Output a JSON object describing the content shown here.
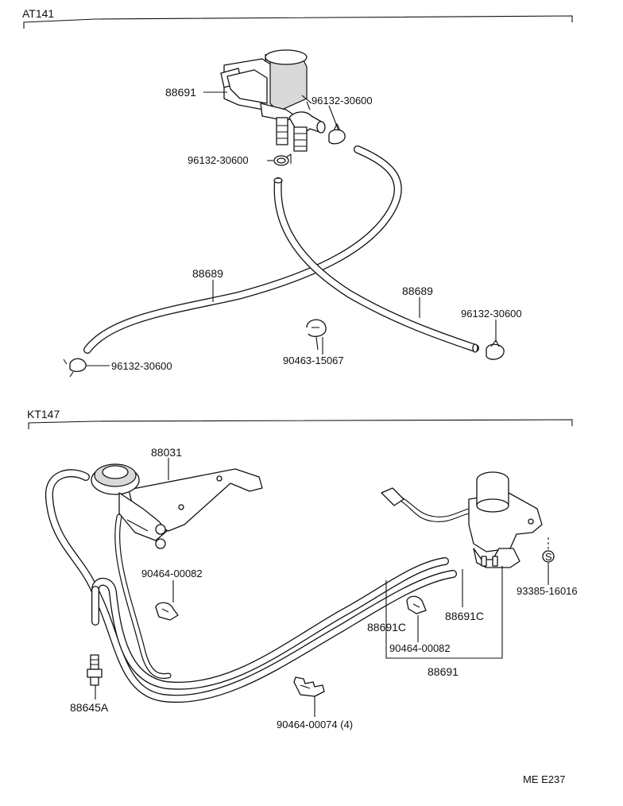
{
  "sections": {
    "top": {
      "title": "AT141"
    },
    "bottom": {
      "title": "KT147"
    }
  },
  "labels": {
    "at_valve": "88691",
    "at_clip_right": "96132-30600",
    "at_clip_left": "96132-30600",
    "at_hose_left": "88689",
    "at_hose_right": "88689",
    "at_clip_bottom_right": "96132-30600",
    "at_clip_bottom_left": "96132-30600",
    "at_clamp": "90463-15067",
    "kt_actuator": "88031",
    "kt_clamp_upper": "90464-00082",
    "kt_fitting": "88645A",
    "kt_clamp_bottom": "90464-00074 (4)",
    "kt_hose_left": "88691C",
    "kt_hose_right": "88691C",
    "kt_clamp_mid": "90464-00082",
    "kt_assy": "88691",
    "kt_screw": "93385-16016",
    "kt_screw_mark": "S"
  },
  "footer": {
    "code": "ME E237"
  }
}
